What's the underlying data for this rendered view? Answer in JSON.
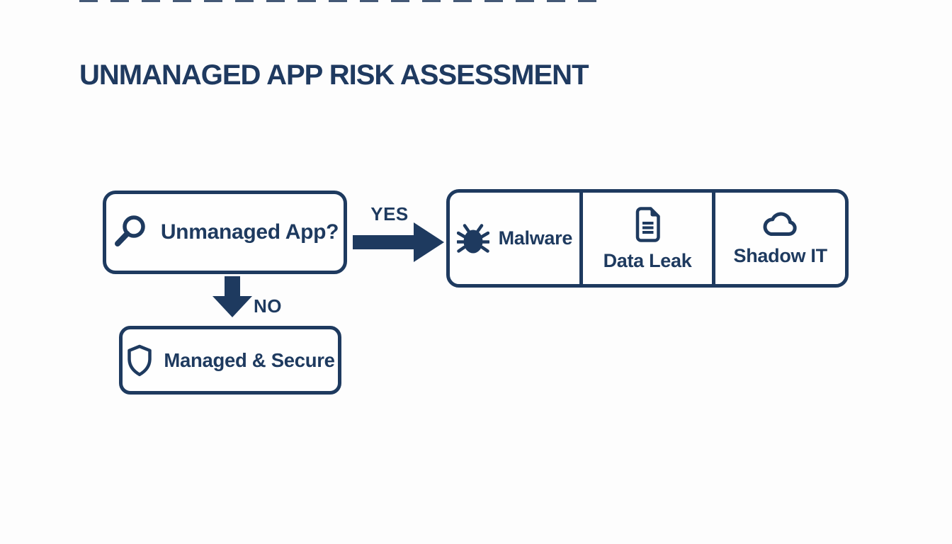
{
  "title": "UNMANAGED APP RISK ASSESSMENT",
  "flowchart": {
    "decision_box": {
      "label": "Unmanaged App?",
      "icon": "magnifier-icon"
    },
    "yes_branch": {
      "label": "YES"
    },
    "no_branch": {
      "label": "NO"
    },
    "risk_boxes": [
      {
        "label": "Malware",
        "icon": "bug-icon"
      },
      {
        "label": "Data Leak",
        "icon": "document-icon"
      },
      {
        "label": "Shadow IT",
        "icon": "cloud-icon"
      }
    ],
    "secure_box": {
      "label": "Managed & Secure",
      "icon": "shield-icon"
    }
  },
  "colors": {
    "navy": "#1e3a5f",
    "background": "#fdfdfd"
  }
}
